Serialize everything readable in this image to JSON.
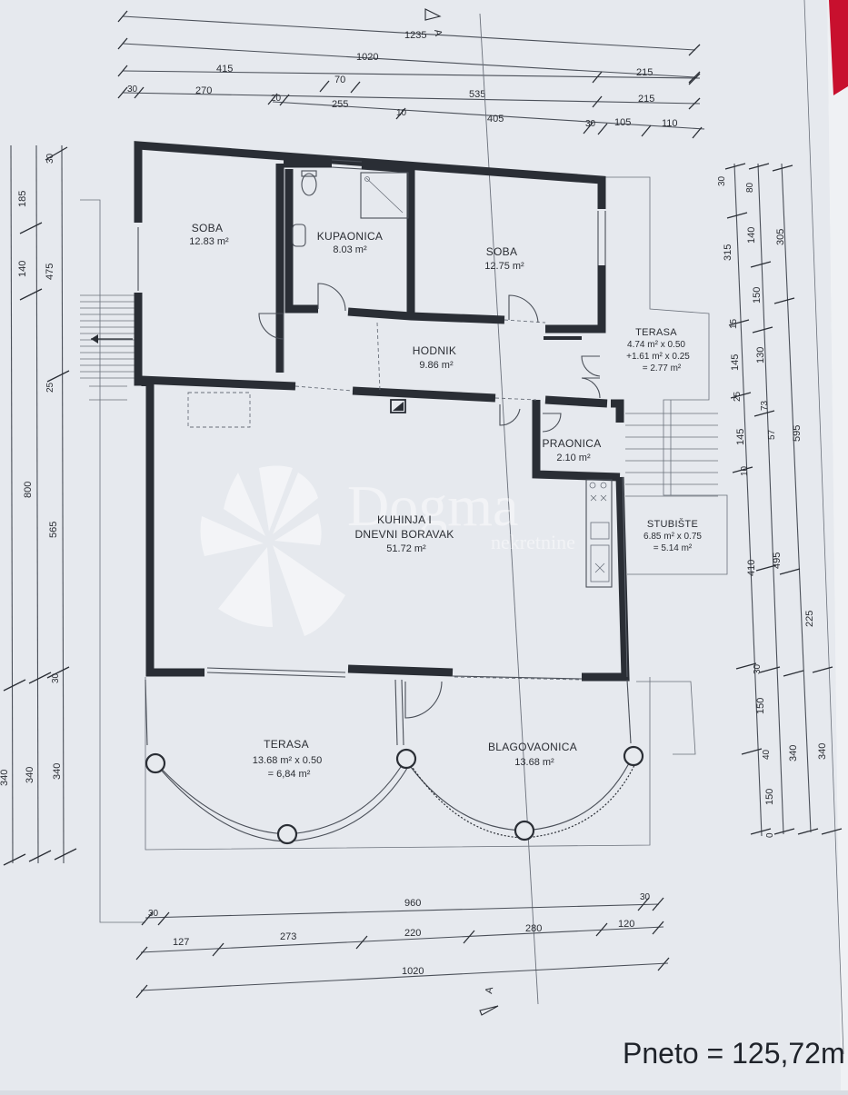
{
  "rooms": {
    "soba1_name": "SOBA",
    "soba1_area": "12.83 m²",
    "kupaonica_name": "KUPAONICA",
    "kupaonica_area": "8.03 m²",
    "soba2_name": "SOBA",
    "soba2_area": "12.75 m²",
    "hodnik_name": "HODNIK",
    "hodnik_area": "9.86 m²",
    "terasa_small_name": "TERASA",
    "terasa_small_l1": "4.74 m² x 0.50",
    "terasa_small_l2": "+1.61 m² x 0.25",
    "terasa_small_l3": "= 2.77 m²",
    "praonica_name": "PRAONICA",
    "praonica_area": "2.10 m²",
    "kuhinja_l1": "KUHINJA I",
    "kuhinja_l2": "DNEVNI BORAVAK",
    "kuhinja_area": "51.72 m²",
    "stubiste_name": "STUBIŠTE",
    "stubiste_l1": "6.85 m² x 0.75",
    "stubiste_l2": "= 5.14 m²",
    "terasa_big_name": "TERASA",
    "terasa_big_l1": "13.68 m² x 0.50",
    "terasa_big_l2": "= 6,84 m²",
    "blagovaonica_name": "BLAGOVAONICA",
    "blagovaonica_area": "13.68 m²"
  },
  "section_marker": "A",
  "dims_top": {
    "r1": [
      "1235"
    ],
    "r2": [
      "1020"
    ],
    "r3": [
      "415",
      "70",
      "215"
    ],
    "r4": [
      "30",
      "270",
      "20",
      "255",
      "535",
      "215"
    ],
    "r5": [
      "10",
      "405",
      "30",
      "105",
      "110"
    ]
  },
  "dims_bottom": {
    "r1": [
      "30",
      "960",
      "30"
    ],
    "r2": [
      "127",
      "273",
      "220",
      "280",
      "120"
    ],
    "r3": [
      "1020"
    ]
  },
  "dims_left": {
    "c1": [
      "30",
      "185",
      "140",
      "475",
      "25",
      "800",
      "565",
      "30",
      "340",
      "340",
      "340"
    ]
  },
  "dims_right": {
    "c1": [
      "30",
      "80",
      "140",
      "315",
      "305",
      "150",
      "15",
      "145",
      "130",
      "25",
      "73",
      "145",
      "57",
      "595",
      "10",
      "410",
      "495",
      "225",
      "30",
      "150",
      "40",
      "340",
      "340",
      "150",
      "0"
    ]
  },
  "watermark": {
    "brand": "Dogma",
    "sub": "nekretnine"
  },
  "footer": {
    "pneto": "Pneto = 125,72m"
  },
  "colors": {
    "paper": "#e6e9ee",
    "ink": "#2a2e35",
    "background": "#d9dde3",
    "edge_red": "#c8102e"
  }
}
